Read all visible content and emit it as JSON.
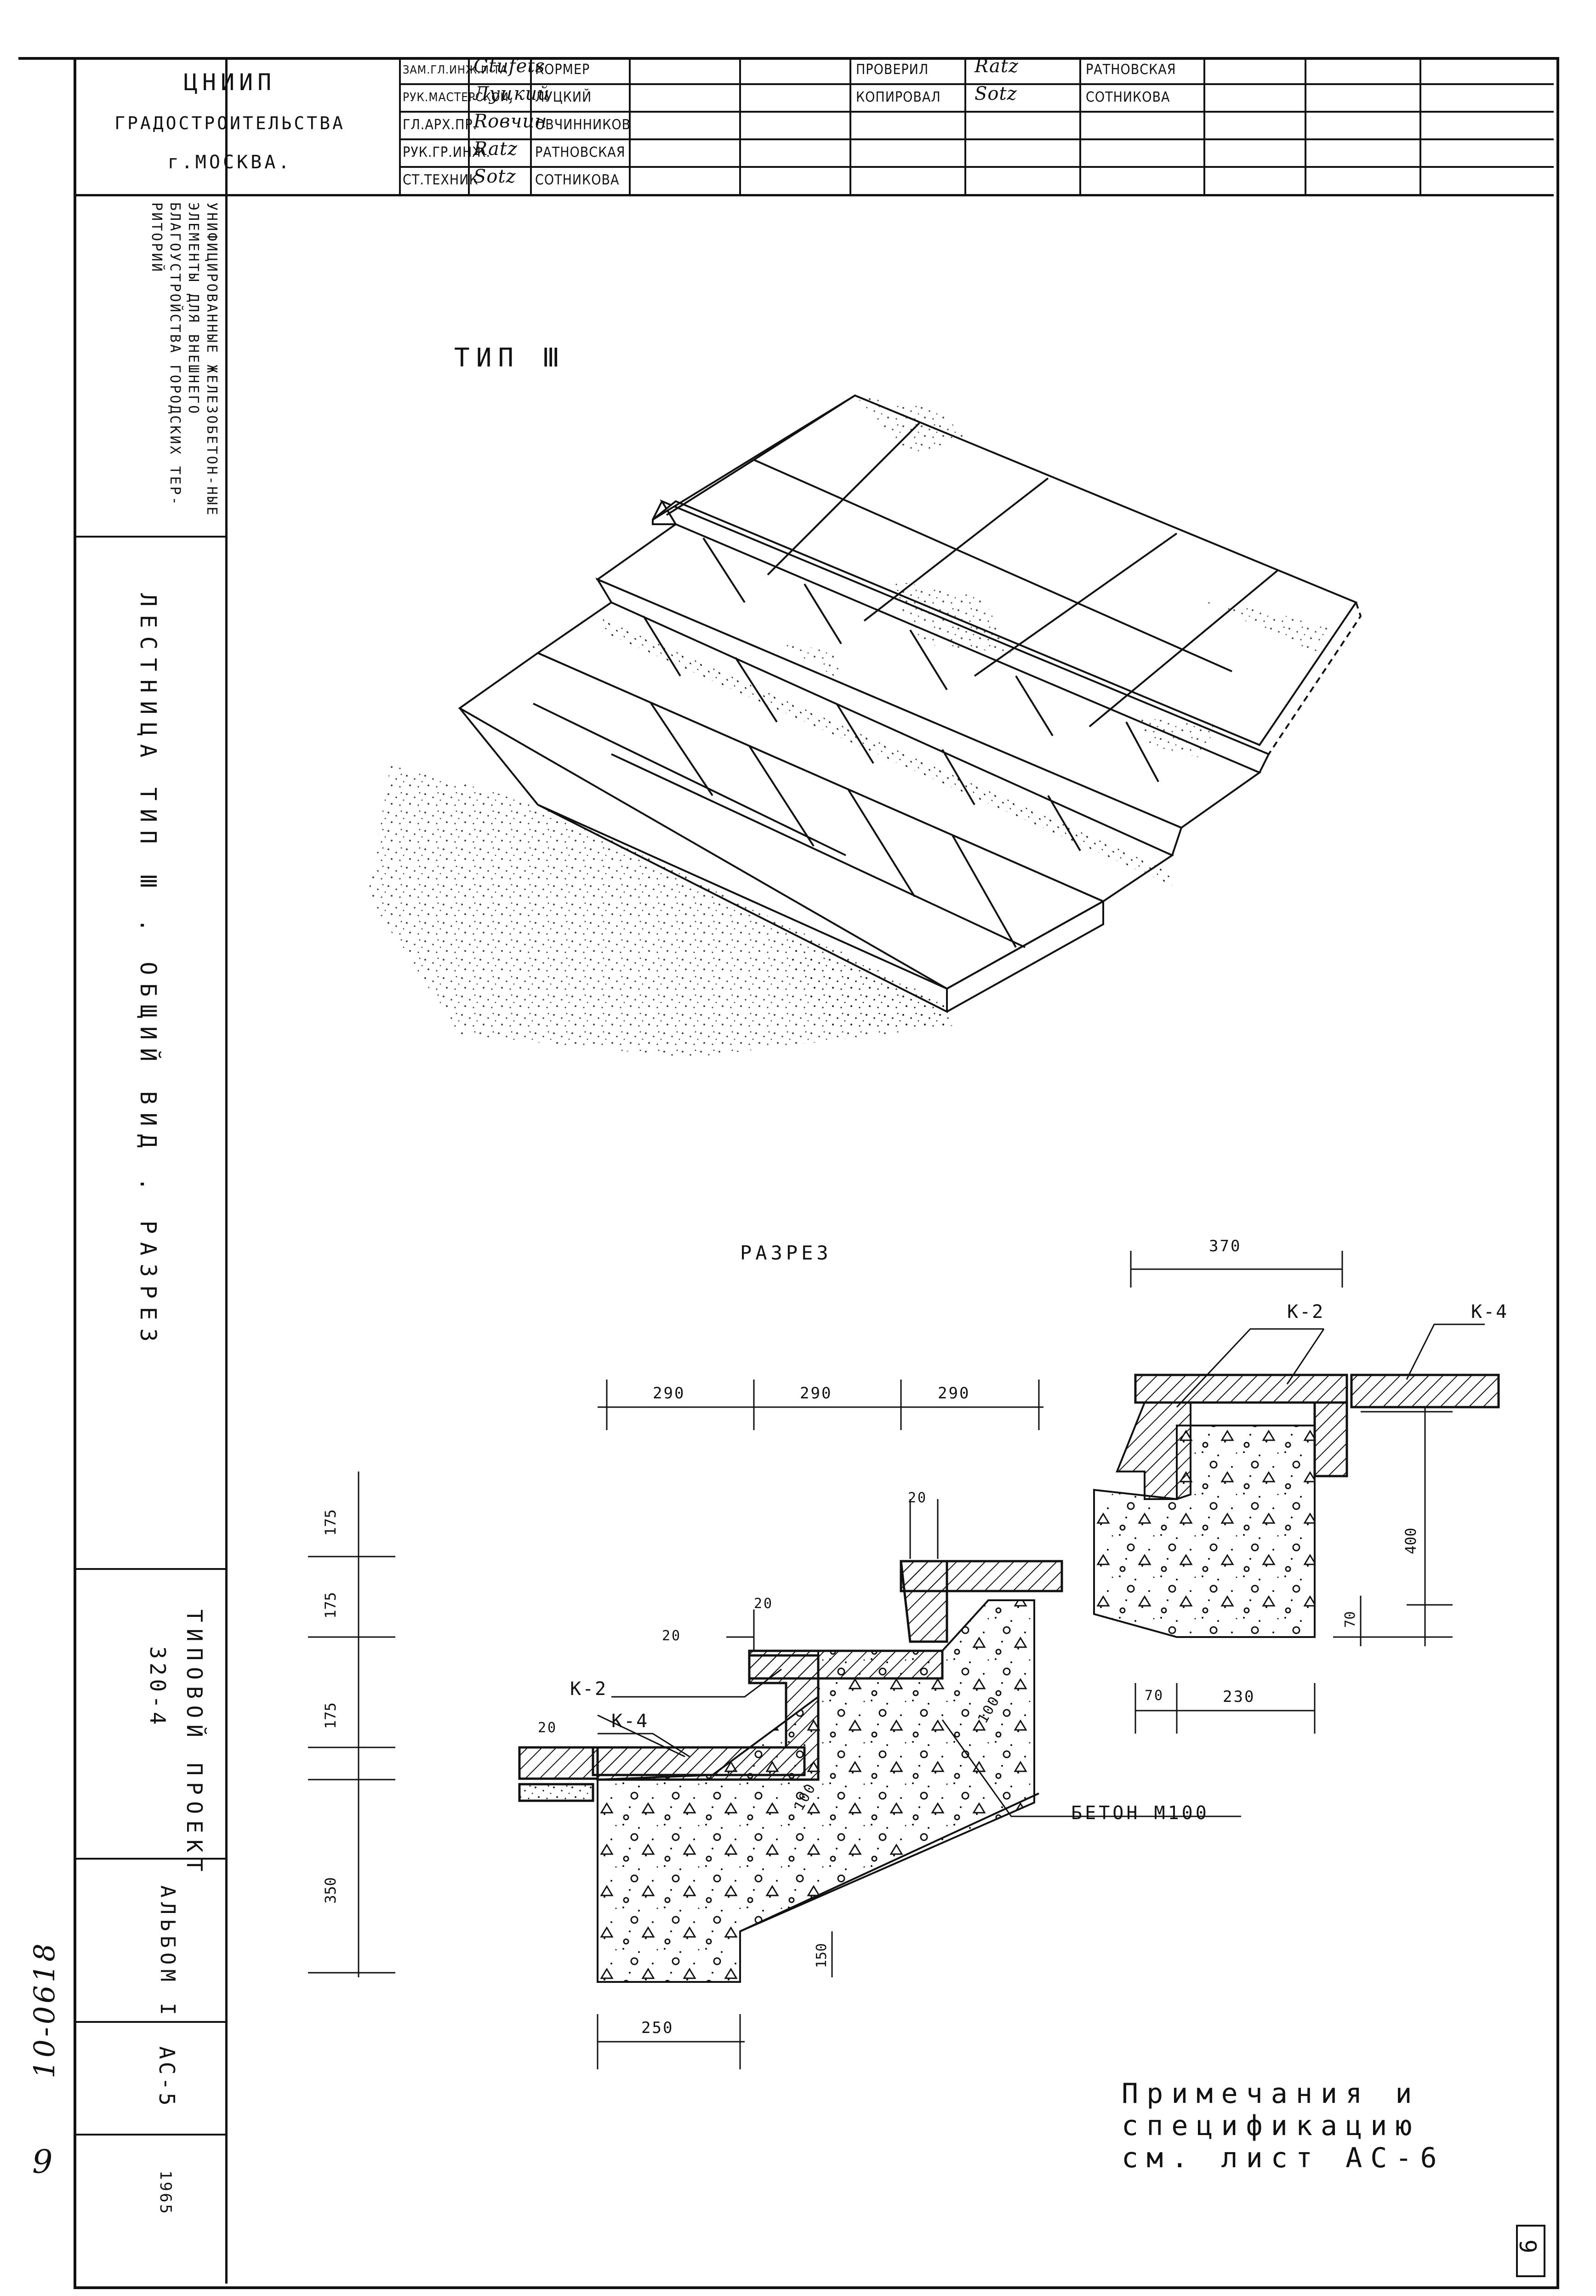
{
  "organization": {
    "line1": "ЦНИИП",
    "line2": "ГРАДОСТРОИТЕЛЬСТВА",
    "line3": "г.МОСКВА."
  },
  "title_block": {
    "rows": [
      {
        "role": "ЗАМ.ГЛ.ИНЖ.И-ТА",
        "signature": "Gtufets",
        "name": "КОРМЕР"
      },
      {
        "role": "РУК.МАСТЕРСКОЙ",
        "signature": "Луцкий",
        "name": "ЛУЦКИЙ"
      },
      {
        "role": "ГЛ.АРХ.ПР.",
        "signature": "Rовчин",
        "name": "ОВЧИННИКОВ"
      },
      {
        "role": "РУК.ГР.ИНЖ.",
        "signature": "Ratz",
        "name": "РАТНОВСКАЯ"
      },
      {
        "role": "СТ.ТЕХНИК",
        "signature": "Sotz",
        "name": "СОТНИКОВА"
      }
    ],
    "right_rows": [
      {
        "role": "ПРОВЕРИЛ",
        "signature": "Ratz",
        "name": "РАТНОВСКАЯ"
      },
      {
        "role": "КОПИРОВАЛ",
        "signature": "Sotz",
        "name": "СОТНИКОВА"
      }
    ]
  },
  "side_strip": {
    "album_title": "УНИФИЦИРОВАННЫЕ ЖЕЛЕЗОБЕТОН-НЫЕ ЭЛЕМЕНТЫ ДЛЯ ВНЕШНЕГО БЛАГОУСТРОЙСТВА ГОРОДСКИХ ТЕР-РИТОРИЙ",
    "sheet_title": "ЛЕСТНИЦА ТИП Ⅲ . ОБЩИЙ ВИД . РАЗРЕЗ",
    "project_line1": "ТИПОВОЙ ПРОЕКТ",
    "project_line2": "320-4",
    "album": "АЛЬБОМ I",
    "sheet_code": "АС-5",
    "year": "1965"
  },
  "handwritten": {
    "inventory": "10-0618",
    "number": "9"
  },
  "drawing": {
    "isometric_title": "ТИП Ⅲ",
    "section_title": "РАЗРЕЗ",
    "labels": {
      "k2_main": "К-2",
      "k4_main": "К-4",
      "k2_detail": "К-2",
      "k4_detail": "К-4",
      "concrete": "БЕТОН М100"
    },
    "dimensions": {
      "tread1": "290",
      "tread2": "290",
      "tread3": "290",
      "riser1": "175",
      "riser2": "175",
      "riser3": "175",
      "found_depth": "350",
      "gap_top": "20",
      "gap_mid": "20",
      "gap_low": "20",
      "gap_k4": "20",
      "slab_depth": "150",
      "base_width": "250",
      "diag1": "100",
      "diag2": "100",
      "detail_top": "370",
      "detail_height": "400",
      "detail_70v": "70",
      "detail_70h": "70",
      "detail_230": "230"
    }
  },
  "notes": {
    "line1": "Примечания и",
    "line2": "спецификацию",
    "line3": "см. лист АС-6"
  },
  "page_number": "9"
}
